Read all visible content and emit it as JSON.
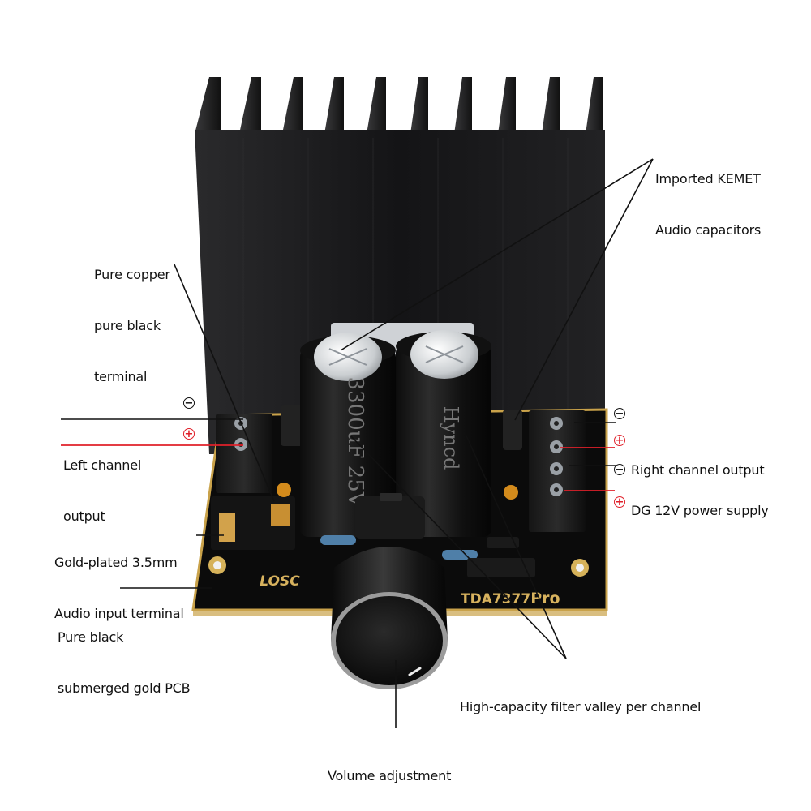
{
  "labels": {
    "capacitors": [
      "Imported KEMET",
      "Audio capacitors"
    ],
    "terminal": [
      "Pure copper",
      "pure black",
      "terminal"
    ],
    "left_output": [
      "Left channel",
      "output"
    ],
    "right_output": "Right channel output",
    "power_supply": "DG 12V power supply",
    "audio_input": [
      "Gold-plated 3.5mm",
      "Audio input terminal"
    ],
    "pcb": [
      "Pure black",
      "submerged gold PCB"
    ],
    "filter": "High-capacity filter valley per channel",
    "volume": "Volume adjustment"
  },
  "symbols": {
    "negative": "−",
    "positive": "+"
  },
  "markings": {
    "brand_logo": "LOSC",
    "model": "TDA7377",
    "model_suffix": "Pro",
    "capacitor_left_text": "3300uF 25V",
    "capacitor_right_text": "Hyncd"
  },
  "colors": {
    "positive_line": "#e0202a",
    "leader_line": "#111111",
    "heatsink": "#1c1c1e",
    "pcb": "#0b0b0b",
    "pcb_edge_gold": "#c9a24a"
  }
}
